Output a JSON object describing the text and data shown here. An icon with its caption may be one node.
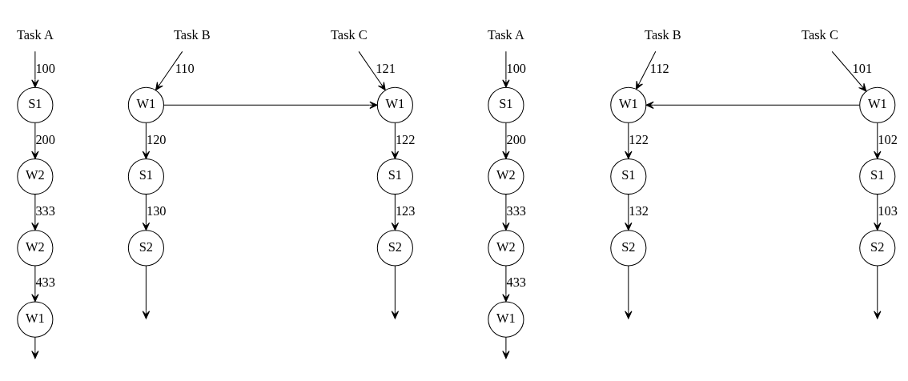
{
  "diagram": {
    "nodes": [
      {
        "text": [
          "Task A"
        ]
      },
      {
        "text": [
          "S1"
        ]
      },
      {
        "text": [
          "W2"
        ]
      },
      {
        "text": [
          "W2"
        ]
      },
      {
        "text": [
          "W1"
        ]
      },
      {
        "text": [
          "Task B"
        ]
      },
      {
        "text": [
          "W1"
        ]
      },
      {
        "text": [
          "S1"
        ]
      },
      {
        "text": [
          "S2"
        ]
      },
      {
        "text": [
          "Task C"
        ]
      },
      {
        "text": [
          "W1"
        ]
      },
      {
        "text": [
          "S1"
        ]
      },
      {
        "text": [
          "S2"
        ]
      },
      {
        "text": [
          "Task A"
        ]
      },
      {
        "text": [
          "S1"
        ]
      },
      {
        "text": [
          "W2"
        ]
      },
      {
        "text": [
          "W2"
        ]
      },
      {
        "text": [
          "W1"
        ]
      },
      {
        "text": [
          "Task B"
        ]
      },
      {
        "text": [
          "W1"
        ]
      },
      {
        "text": [
          "S1"
        ]
      },
      {
        "text": [
          "S2"
        ]
      },
      {
        "text": [
          "Task C"
        ]
      },
      {
        "text": [
          "W1"
        ]
      },
      {
        "text": [
          "S1"
        ]
      },
      {
        "text": [
          "S2"
        ]
      }
    ],
    "edges": [
      {
        "from": 0,
        "to": 1,
        "arrow": "to",
        "label": "100"
      },
      {
        "from": 1,
        "to": 2,
        "arrow": "to",
        "label": "200"
      },
      {
        "from": 2,
        "to": 3,
        "arrow": "to",
        "label": "333"
      },
      {
        "from": 3,
        "to": 4,
        "arrow": "to",
        "label": "433"
      },
      {
        "from": 4,
        "to": null,
        "arrow": "to"
      },
      {
        "from": 5,
        "to": 6,
        "arrow": "to",
        "label": "110"
      },
      {
        "from": 6,
        "to": 7,
        "arrow": "to",
        "label": "120"
      },
      {
        "from": 7,
        "to": 8,
        "arrow": "to",
        "label": "130"
      },
      {
        "from": 8,
        "to": null,
        "arrow": "to"
      },
      {
        "from": 6,
        "to": 10,
        "arrow": "to"
      },
      {
        "from": 9,
        "to": 10,
        "arrow": "to",
        "label": "121"
      },
      {
        "from": 10,
        "to": 11,
        "arrow": "to",
        "label": "122"
      },
      {
        "from": 11,
        "to": 12,
        "arrow": "to",
        "label": "123"
      },
      {
        "from": 12,
        "to": null,
        "arrow": "to"
      },
      {
        "from": 13,
        "to": 14,
        "arrow": "to",
        "label": "100"
      },
      {
        "from": 14,
        "to": 15,
        "arrow": "to",
        "label": "200"
      },
      {
        "from": 15,
        "to": 16,
        "arrow": "to",
        "label": "333"
      },
      {
        "from": 16,
        "to": 17,
        "arrow": "to",
        "label": "433"
      },
      {
        "from": 17,
        "to": null,
        "arrow": "to"
      },
      {
        "from": 18,
        "to": 19,
        "arrow": "to",
        "label": "112"
      },
      {
        "from": 19,
        "to": 20,
        "arrow": "to",
        "label": "122"
      },
      {
        "from": 20,
        "to": 21,
        "arrow": "to",
        "label": "132"
      },
      {
        "from": 21,
        "to": null,
        "arrow": "to"
      },
      {
        "from": 23,
        "to": 19,
        "arrow": "to"
      },
      {
        "from": 22,
        "to": 23,
        "arrow": "to",
        "label": "101"
      },
      {
        "from": 23,
        "to": 24,
        "arrow": "to",
        "label": "102"
      },
      {
        "from": 24,
        "to": 25,
        "arrow": "to",
        "label": "103"
      },
      {
        "from": 25,
        "to": null,
        "arrow": "to"
      }
    ]
  }
}
